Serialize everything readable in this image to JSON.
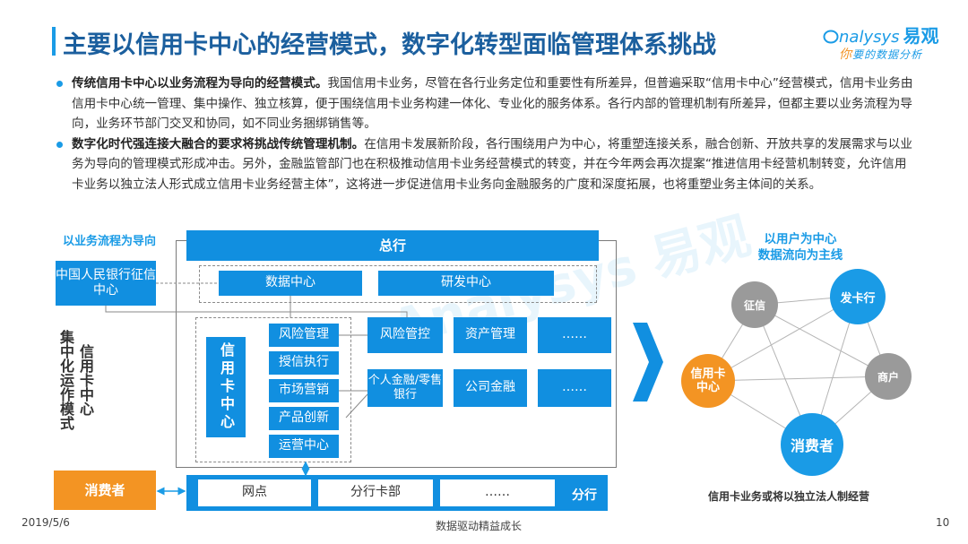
{
  "header": {
    "title": "主要以信用卡中心的经营模式，数字化转型面临管理体系挑战",
    "logo_en": "nalysys",
    "logo_cn": "易观",
    "logo_sub_first": "你",
    "logo_sub_rest": "要的数据分析"
  },
  "bullets": [
    {
      "bold": "传统信用卡中心以业务流程为导向的经营模式。",
      "text": "我国信用卡业务，尽管在各行业务定位和重要性有所差异，但普遍采取“信用卡中心”经营模式，信用卡业务由信用卡中心统一管理、集中操作、独立核算，便于围绕信用卡业务构建一体化、专业化的服务体系。各行内部的管理机制有所差异，但都主要以业务流程为导向，业务环节部门交叉和协同，如不同业务捆绑销售等。"
    },
    {
      "bold": "数字化时代强连接大融合的要求将挑战传统管理机制。",
      "text": "在信用卡发展新阶段，各行围绕用户为中心，将重塑连接关系，融合创新、开放共享的发展需求与以业务为导向的管理模式形成冲击。另外，金融监管部门也在积极推动信用卡业务经营模式的转变，并在今年两会再次提案“推进信用卡经营机制转变，允许信用卡业务以独立法人形式成立信用卡业务经营主体”，这将进一步促进信用卡业务向金融服务的广度和深度拓展，也将重塑业务主体间的关系。"
    }
  ],
  "diagram": {
    "left_label": "以业务流程为导向",
    "hq": "总行",
    "pboc": "中国人民银行征信中心",
    "data_center": "数据中心",
    "rd_center": "研发中心",
    "card_center": "信用卡中心",
    "side_label": "集中化运作模式",
    "side_label2": "信用卡中心",
    "risk_mgmt": "风险管理",
    "credit_exec": "授信执行",
    "marketing": "市场营销",
    "product": "产品创新",
    "ops": "运营中心",
    "risk_ctrl": "风险管控",
    "asset_mgmt": "资产管理",
    "ellipsis_1": "……",
    "personal_fin": "个人金融/零售银行",
    "corp_fin": "公司金融",
    "ellipsis_2": "……",
    "consumer": "消费者",
    "outlets": "网点",
    "branch_card": "分行卡部",
    "ellipsis_3": "……",
    "branch": "分行"
  },
  "network": {
    "heading": "以用户为中心数据流向为主线",
    "heading_line1": "以用户为中心",
    "heading_line2": "数据流向为主线",
    "credit_ref": "征信",
    "issuer": "发卡行",
    "card_center": "信用卡中心",
    "merchant": "商户",
    "consumer": "消费者",
    "footnote": "信用卡业务或将以独立法人制经营",
    "colors": {
      "blue": "#1a9be6",
      "gray": "#9a9a9a",
      "orange": "#f39423"
    }
  },
  "footer": {
    "date": "2019/5/6",
    "center": "数据驱动精益成长",
    "page": "10"
  }
}
